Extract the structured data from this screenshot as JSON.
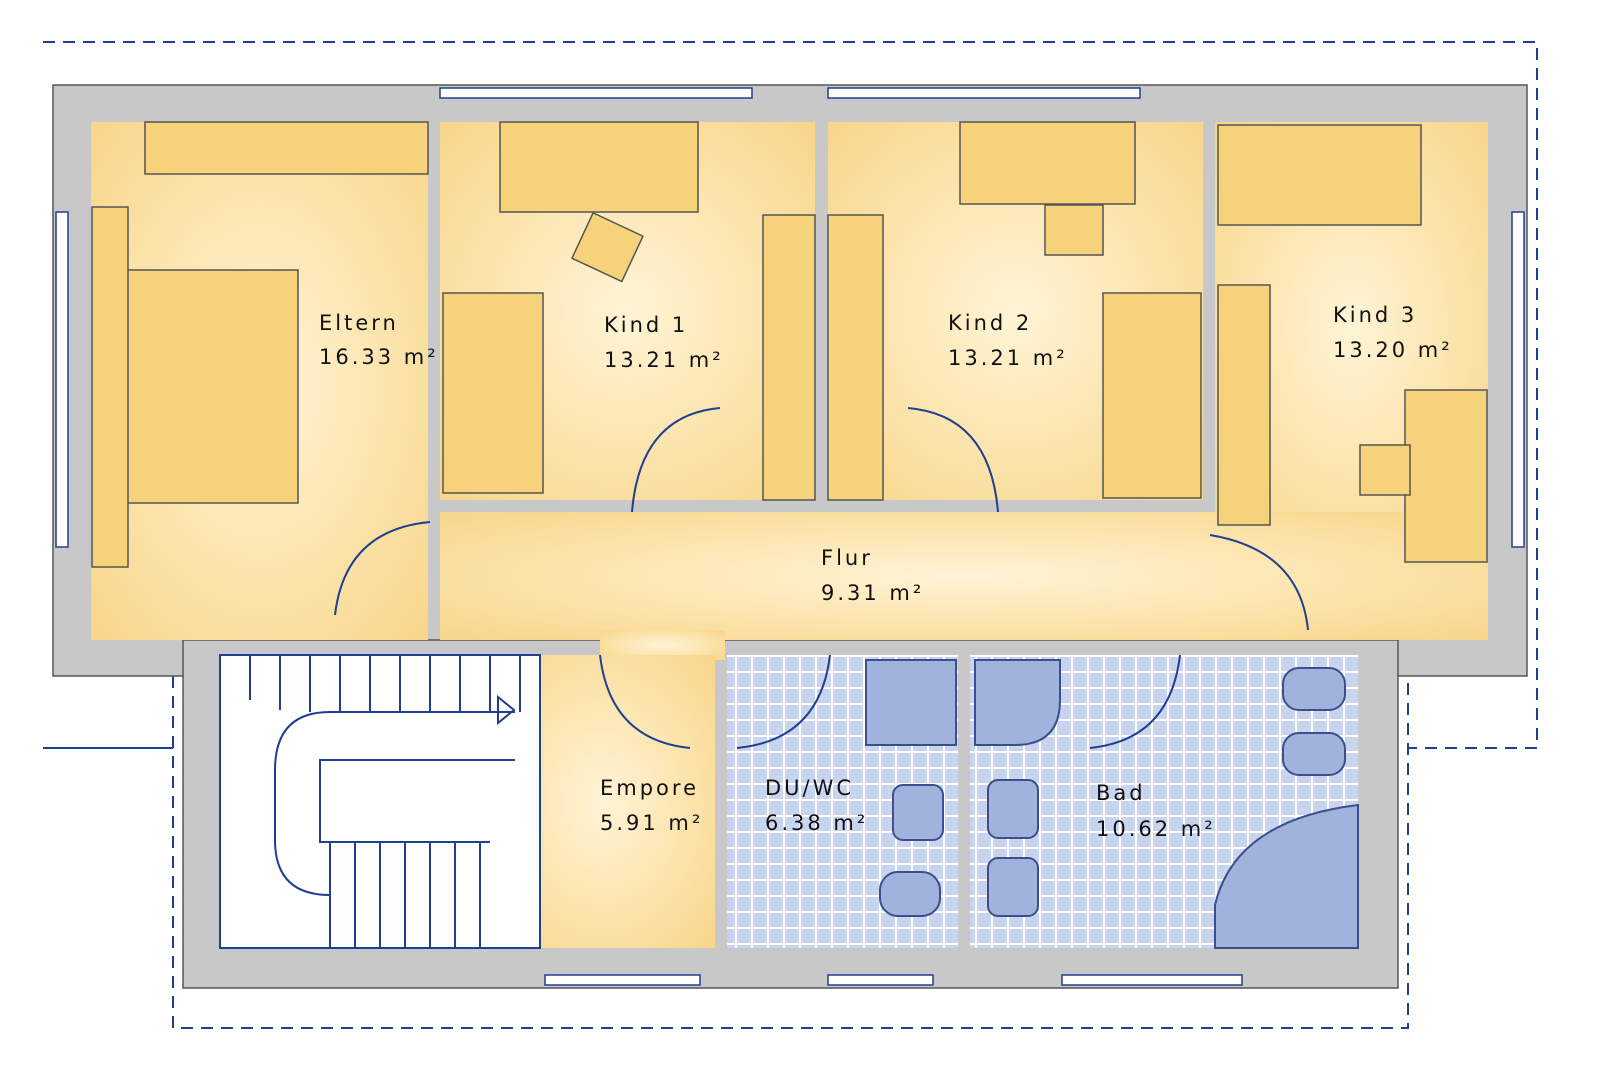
{
  "plan": {
    "rooms": [
      {
        "name": "Eltern",
        "area": "16.33 m²"
      },
      {
        "name": "Kind 1",
        "area": "13.21 m²"
      },
      {
        "name": "Kind 2",
        "area": "13.21 m²"
      },
      {
        "name": "Kind 3",
        "area": "13.20 m²"
      },
      {
        "name": "Flur",
        "area": "9.31 m²"
      },
      {
        "name": "Empore",
        "area": "5.91 m²"
      },
      {
        "name": "DU/WC",
        "area": "6.38 m²"
      },
      {
        "name": "Bad",
        "area": "10.62 m²"
      }
    ],
    "colors": {
      "wall": "#c8c8c8",
      "room": "#fbe0a0",
      "wet_room": "#c9d5ef",
      "outline": "#1f3f8f"
    }
  }
}
